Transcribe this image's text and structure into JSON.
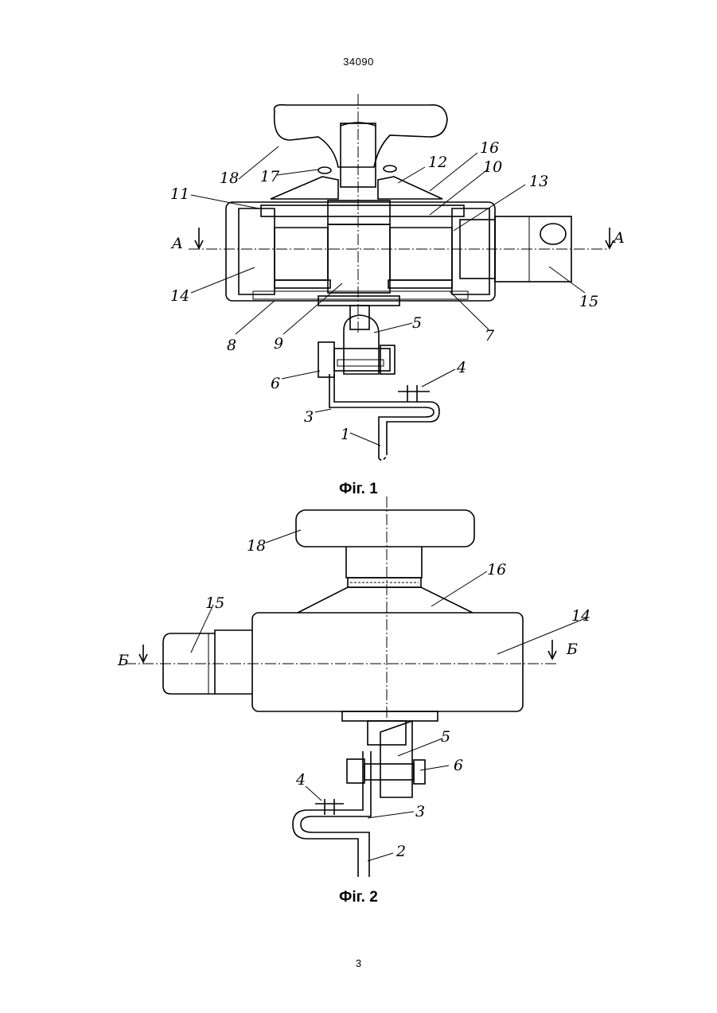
{
  "page": {
    "doc_number": "34090",
    "page_number": "3"
  },
  "figure1": {
    "caption": "Фіг. 1",
    "labels": {
      "l18": "18",
      "l17": "17",
      "l12": "12",
      "l16": "16",
      "l10": "10",
      "l11": "11",
      "l13": "13",
      "lA_left": "A",
      "lA_right": "A",
      "l14": "14",
      "l15": "15",
      "l8": "8",
      "l9": "9",
      "l7": "7",
      "l5": "5",
      "l6": "6",
      "l4": "4",
      "l3": "3",
      "l1": "1"
    }
  },
  "figure2": {
    "caption": "Фіг. 2",
    "labels": {
      "l18": "18",
      "l16": "16",
      "l15": "15",
      "l14": "14",
      "lB_left": "Б",
      "lB_right": "Б",
      "l5": "5",
      "l6": "6",
      "l4": "4",
      "l3": "3",
      "l2": "2"
    }
  }
}
